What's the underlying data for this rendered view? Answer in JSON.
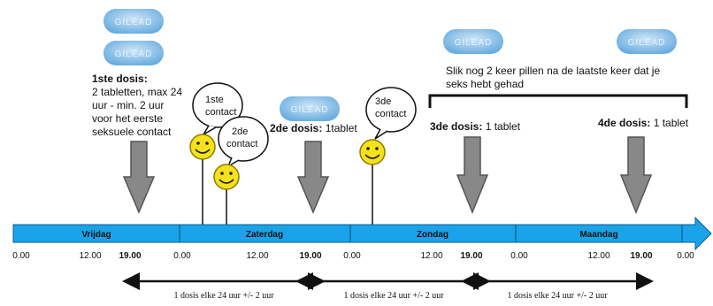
{
  "pill_label": "GILEAD",
  "dose1": {
    "title": "1ste dosis:",
    "lines": [
      "2 tabletten, max 24",
      "uur - min. 2 uur",
      "voor het eerste",
      "seksuele contact"
    ]
  },
  "dose2": {
    "title": "2de dosis:",
    "text": " 1tablet"
  },
  "dose3": {
    "title": "3de dosis:",
    "text": " 1 tablet"
  },
  "dose4": {
    "title": "4de dosis:",
    "text": " 1 tablet"
  },
  "note": [
    "Slik nog 2 keer pillen na de laatste keer dat je",
    "seks hebt gehad"
  ],
  "contacts": [
    [
      "1ste",
      "contact"
    ],
    [
      "2de",
      "contact"
    ],
    [
      "3de",
      "contact"
    ]
  ],
  "days": [
    "Vrijdag",
    "Zaterdag",
    "Zondag",
    "Maandag"
  ],
  "times": [
    "0.00",
    "12.00",
    "19.00",
    "0.00",
    "12.00",
    "19.00",
    "0.00",
    "12.00",
    "19.00",
    "0.00",
    "12.00",
    "19.00",
    "0.00"
  ],
  "interval_label": "1 dosis elke 24 uur +/- 2 uur",
  "colors": {
    "timeline": "#1aa3e8",
    "arrow": "#888888",
    "smiley": "#f5e21a",
    "pill": "#8fc3e8"
  }
}
